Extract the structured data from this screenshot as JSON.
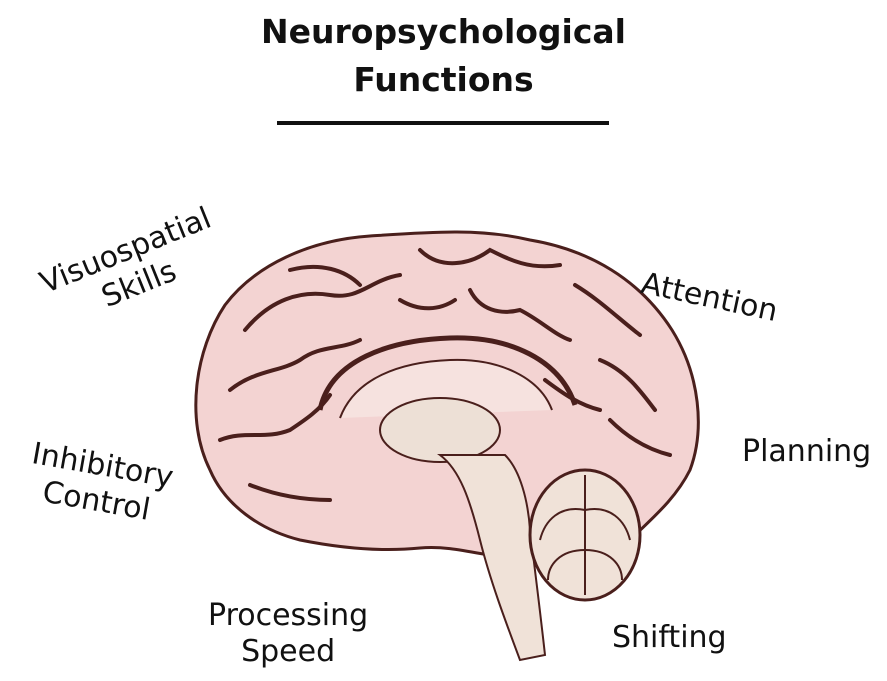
{
  "title": {
    "line1": "Neuropsychological",
    "line2": "Functions"
  },
  "labels": {
    "visuospatial": {
      "line1": "Visuospatial",
      "line2": "Skills"
    },
    "attention": "Attention",
    "planning": "Planning",
    "inhibitory": {
      "line1": "Inhibitory",
      "line2": "Control"
    },
    "processing": {
      "line1": "Processing",
      "line2": "Speed"
    },
    "shifting": "Shifting"
  },
  "colors": {
    "brain_fill": "#f3d3d2",
    "fold_stroke": "#4a1f1c",
    "stem_fill": "#f0e2d8"
  }
}
